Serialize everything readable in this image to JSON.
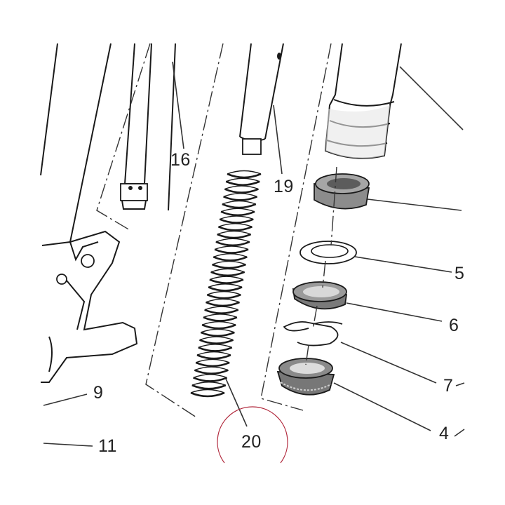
{
  "callouts": [
    {
      "id": "part-16",
      "label": "16"
    },
    {
      "id": "part-19",
      "label": "19"
    },
    {
      "id": "part-5",
      "label": "5"
    },
    {
      "id": "part-6",
      "label": "6"
    },
    {
      "id": "part-7",
      "label": "7"
    },
    {
      "id": "part-4",
      "label": "4"
    },
    {
      "id": "part-9",
      "label": "9"
    },
    {
      "id": "part-11",
      "label": "11"
    },
    {
      "id": "part-20",
      "label": "20"
    }
  ],
  "colors": {
    "line": "#1a1a1a",
    "part_gray": "#8c8c8c",
    "light_gray": "#dcdcdc",
    "highlight_circle": "#b0263a"
  }
}
